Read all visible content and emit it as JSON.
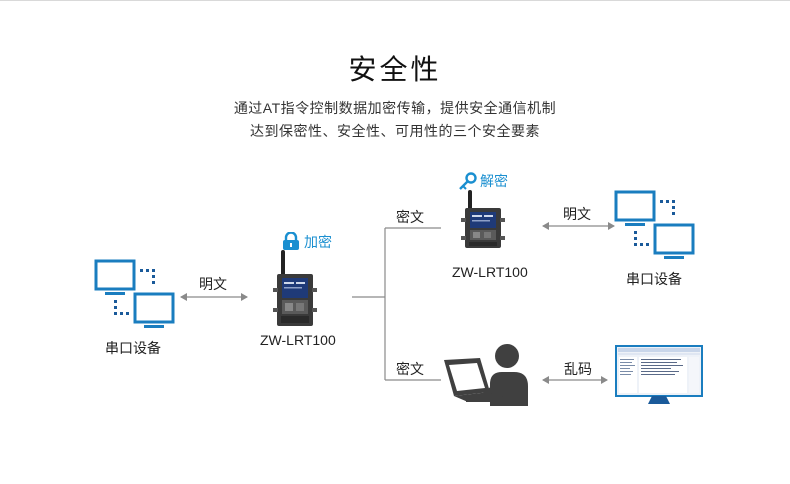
{
  "title": "安全性",
  "subtitle": {
    "line1": "通过AT指令控制数据加密传输，提供安全通信机制",
    "line2": "达到保密性、安全性、可用性的三个安全要素"
  },
  "left_device": {
    "label": "串口设备"
  },
  "link_left": {
    "label": "明文"
  },
  "modem_center": {
    "badge": "加密",
    "label": "ZW-LRT100",
    "badge_icon": "lock-icon"
  },
  "branch_top": {
    "label": "密文"
  },
  "branch_bottom": {
    "label": "密文"
  },
  "modem_top": {
    "badge": "解密",
    "label": "ZW-LRT100",
    "badge_icon": "key-icon"
  },
  "link_top_right": {
    "label": "明文"
  },
  "right_device": {
    "label": "串口设备"
  },
  "link_bottom_right": {
    "label": "乱码"
  },
  "colors": {
    "accent_blue": "#1a8fd0",
    "monitor_blue": "#1a7dbf",
    "dark_gray": "#404040",
    "line_gray": "#9a9a9a"
  }
}
